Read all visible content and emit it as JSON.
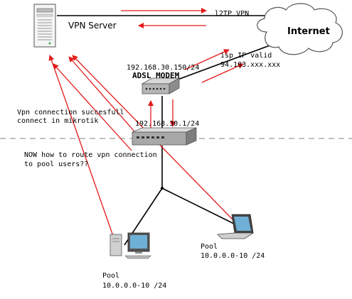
{
  "labels": {
    "vpn_server": "VPN Server",
    "l2tp_vpn": "l2TP VPN",
    "internet": "Internet",
    "isp_ip_line1": "isp IP valid",
    "isp_ip_line2": "94.183.xxx.xxx",
    "modem_ip": "192.168.30.150/24",
    "modem_name": "ADSL MODEM",
    "router_ip": "192.168.30.1/24",
    "vpn_success_line1": "Vpn connection succesfull",
    "vpn_success_line2": "connect in mikrotik",
    "question_line1": "NOW how to route vpn connection",
    "question_line2": "to pool users??",
    "pool_right_line1": "Pool",
    "pool_right_line2": "10.0.0.0-10 /24",
    "pool_left_line1": "Pool",
    "pool_left_line2": "10.0.0.0-10 /24"
  },
  "colors": {
    "connection_line": "#000000",
    "flow_arrow": "#e31a1a",
    "dashed_divider": "#808080",
    "device_gray": "#9a9a9a",
    "screen_blue": "#6fb0d6"
  },
  "icons": {
    "server": "tower-server-icon",
    "cloud": "cloud-icon",
    "modem": "adsl-modem-icon",
    "router": "router-icon",
    "laptop": "laptop-icon",
    "desktop": "desktop-computer-icon"
  }
}
